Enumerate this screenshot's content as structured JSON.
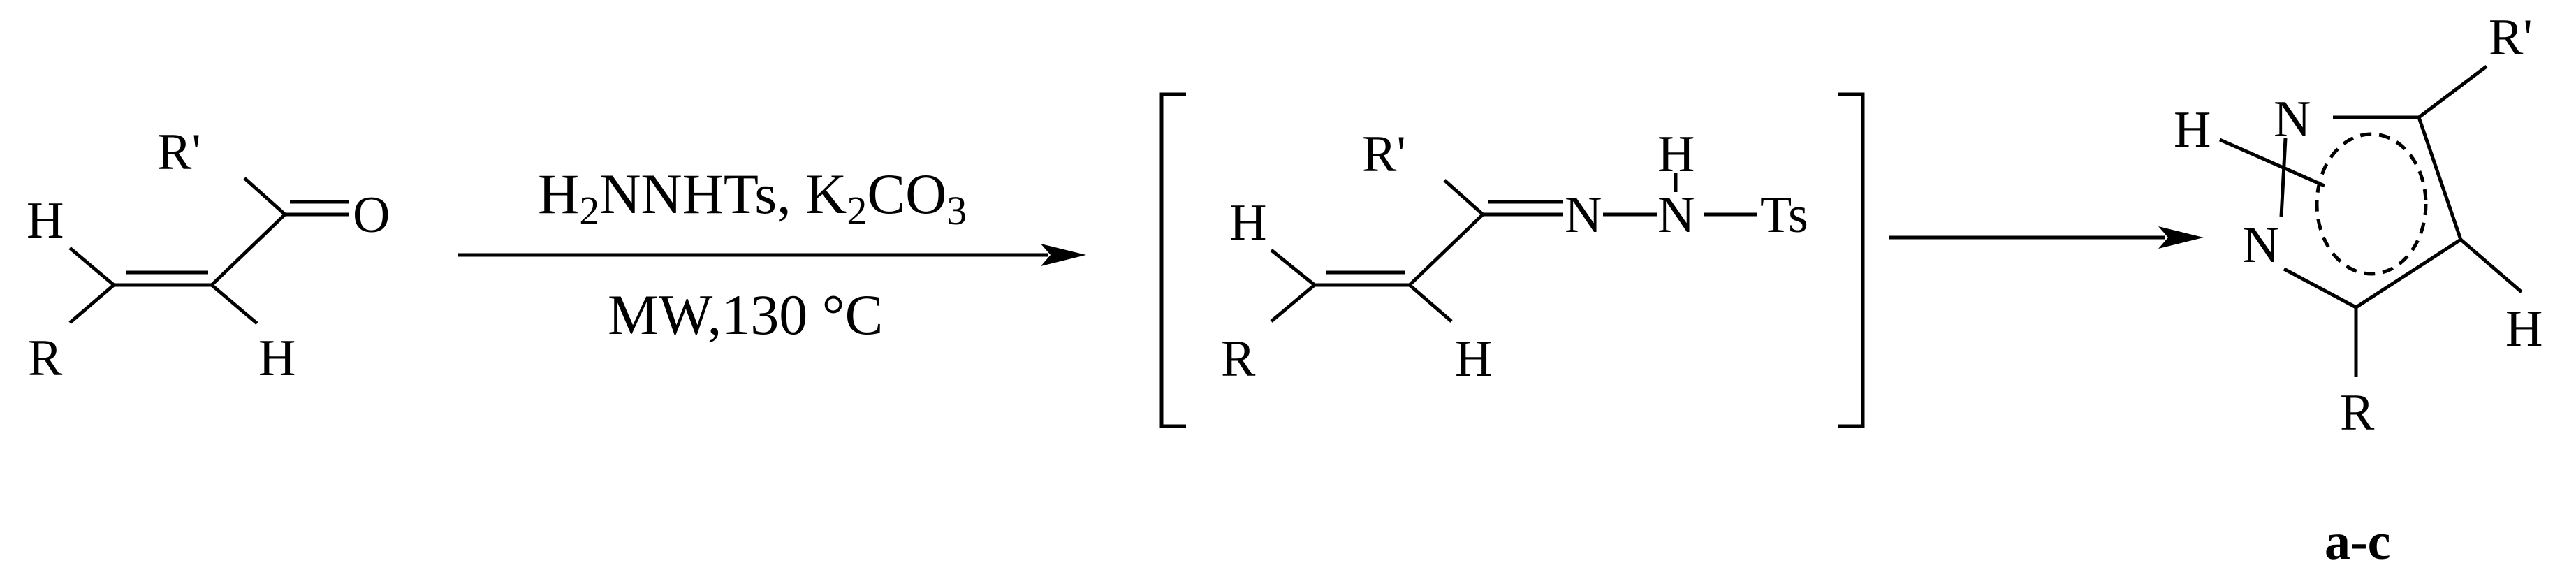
{
  "reactant": {
    "atoms": {
      "r_prime": "R'",
      "oxygen": "O",
      "h_top": "H",
      "r": "R",
      "h_bottom": "H"
    }
  },
  "arrow1": {
    "reagent_parts": [
      "H",
      "2",
      "NNHTs, K",
      "2",
      "CO",
      "3"
    ],
    "conditions": "MW,130 °C"
  },
  "intermediate": {
    "atoms": {
      "r_prime": "R'",
      "h_left": "H",
      "r": "R",
      "h_bottom": "H",
      "n1": "N",
      "nh_h": "H",
      "n2": "N",
      "ts": "Ts"
    }
  },
  "product": {
    "atoms": {
      "r_prime": "R'",
      "h_nh": "H",
      "n_top": "N",
      "n_bottom": "N",
      "h_right": "H",
      "r": "R"
    },
    "compound_label": "a-c"
  }
}
